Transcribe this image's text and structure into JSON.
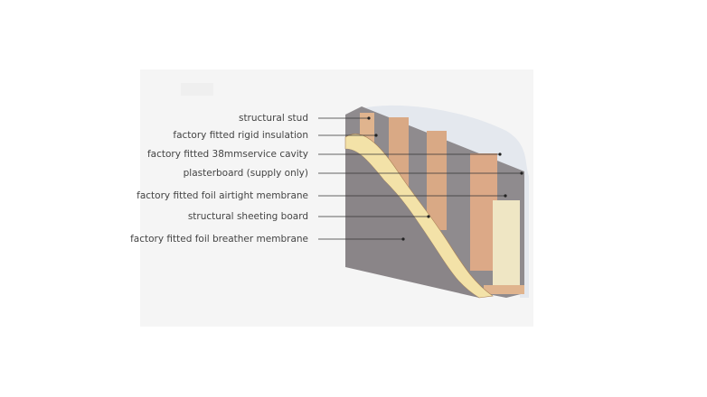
{
  "labels": [
    {
      "text": "structural stud"
    },
    {
      "text": "factory fitted rigid insulation"
    },
    {
      "text": "factory fitted 38mmservice cavity"
    },
    {
      "text": "plasterboard (supply only)"
    },
    {
      "text": "factory fitted foil airtight membrane"
    },
    {
      "text": "structural sheeting board"
    },
    {
      "text": "factory fitted foil breather membrane"
    }
  ],
  "colors": {
    "timber": "#e0b48e",
    "insulation": "#f3e2a8",
    "membrane": "#8a8588",
    "plaster": "#e4e8ee",
    "leader": "#333333"
  }
}
